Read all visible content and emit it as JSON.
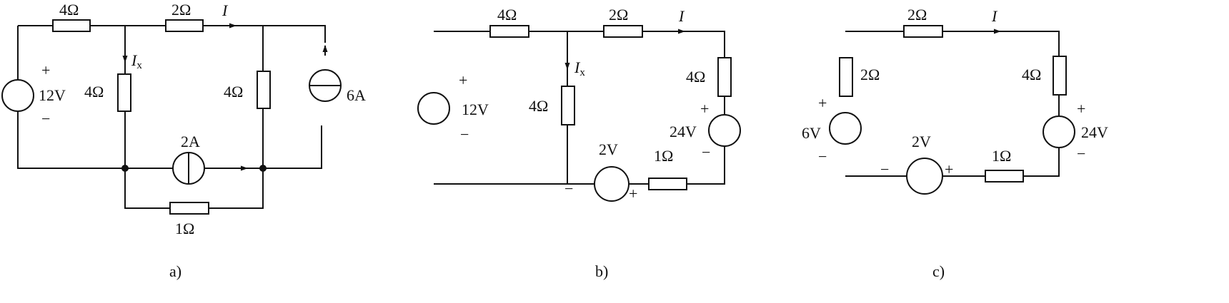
{
  "diagram_a": {
    "caption": "a)",
    "r_top_left": "4Ω",
    "r_top_mid": "2Ω",
    "current_I": "I",
    "current_Ix": "I",
    "current_Ix_sub": "x",
    "r_vert_left": "4Ω",
    "r_vert_right": "4Ω",
    "source_v_plus": "+",
    "source_v_value": "12V",
    "source_v_minus": "−",
    "source_i_mid": "2A",
    "source_i_right": "6A",
    "r_bottom": "1Ω"
  },
  "diagram_b": {
    "caption": "b)",
    "r_top_left": "4Ω",
    "r_top_mid": "2Ω",
    "current_I": "I",
    "current_Ix": "I",
    "current_Ix_sub": "x",
    "r_vert_mid": "4Ω",
    "r_vert_right": "4Ω",
    "source_v_plus": "+",
    "source_v_value": "12V",
    "source_v_minus": "−",
    "source_24_plus": "+",
    "source_24_value": "24V",
    "source_24_minus": "−",
    "source_2_value": "2V",
    "source_2_minus": "−",
    "source_2_plus": "+",
    "r_bottom": "1Ω"
  },
  "diagram_c": {
    "caption": "c)",
    "r_top": "2Ω",
    "current_I": "I",
    "r_left": "2Ω",
    "r_right": "4Ω",
    "source_6_plus": "+",
    "source_6_value": "6V",
    "source_6_minus": "−",
    "source_24_plus": "+",
    "source_24_value": "24V",
    "source_24_minus": "−",
    "source_2_value": "2V",
    "source_2_minus": "−",
    "source_2_plus": "+",
    "r_bottom": "1Ω"
  }
}
